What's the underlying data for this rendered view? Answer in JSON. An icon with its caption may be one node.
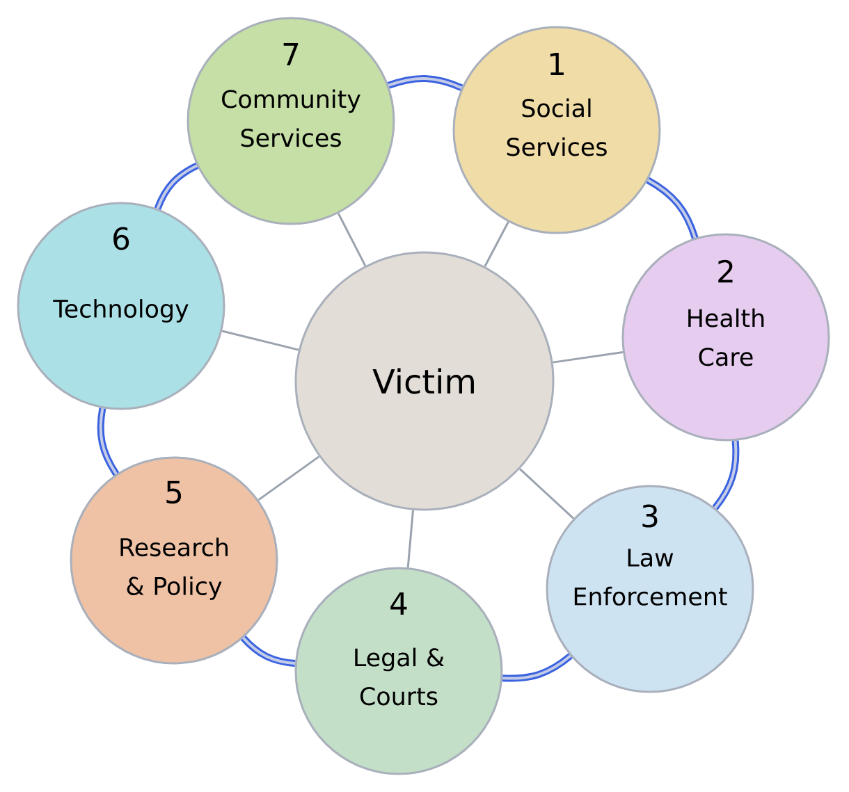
{
  "diagram": {
    "nodes": [
      {
        "text": [
          "Victim"
        ]
      },
      {
        "text": [
          "1",
          "Social Services"
        ]
      },
      {
        "text": [
          "2",
          "Health Care"
        ]
      },
      {
        "text": [
          "3",
          "Law Enforcement"
        ]
      },
      {
        "text": [
          "4",
          "Legal & Courts"
        ]
      },
      {
        "text": [
          "5",
          "Research & Policy"
        ]
      },
      {
        "text": [
          "6",
          "Technology"
        ]
      },
      {
        "text": [
          "7",
          "Community Services"
        ]
      }
    ],
    "edges": [
      {
        "from": 0,
        "to": 1,
        "arrow": "none"
      },
      {
        "from": 0,
        "to": 2,
        "arrow": "none"
      },
      {
        "from": 0,
        "to": 3,
        "arrow": "none"
      },
      {
        "from": 0,
        "to": 4,
        "arrow": "none"
      },
      {
        "from": 0,
        "to": 5,
        "arrow": "none"
      },
      {
        "from": 0,
        "to": 6,
        "arrow": "none"
      },
      {
        "from": 0,
        "to": 7,
        "arrow": "none"
      },
      {
        "from": 1,
        "to": 2,
        "arrow": "none",
        "style": "thick",
        "color": "#3b63e0"
      },
      {
        "from": 2,
        "to": 3,
        "arrow": "none",
        "style": "thick",
        "color": "#3b63e0"
      },
      {
        "from": 3,
        "to": 4,
        "arrow": "none",
        "style": "thick",
        "color": "#3b63e0"
      },
      {
        "from": 4,
        "to": 5,
        "arrow": "none",
        "style": "thick",
        "color": "#3b63e0"
      },
      {
        "from": 5,
        "to": 6,
        "arrow": "none",
        "style": "thick",
        "color": "#3b63e0"
      },
      {
        "from": 6,
        "to": 7,
        "arrow": "none",
        "style": "thick",
        "color": "#3b63e0"
      },
      {
        "from": 7,
        "to": 1,
        "arrow": "none",
        "style": "thick",
        "color": "#3b63e0"
      }
    ]
  }
}
